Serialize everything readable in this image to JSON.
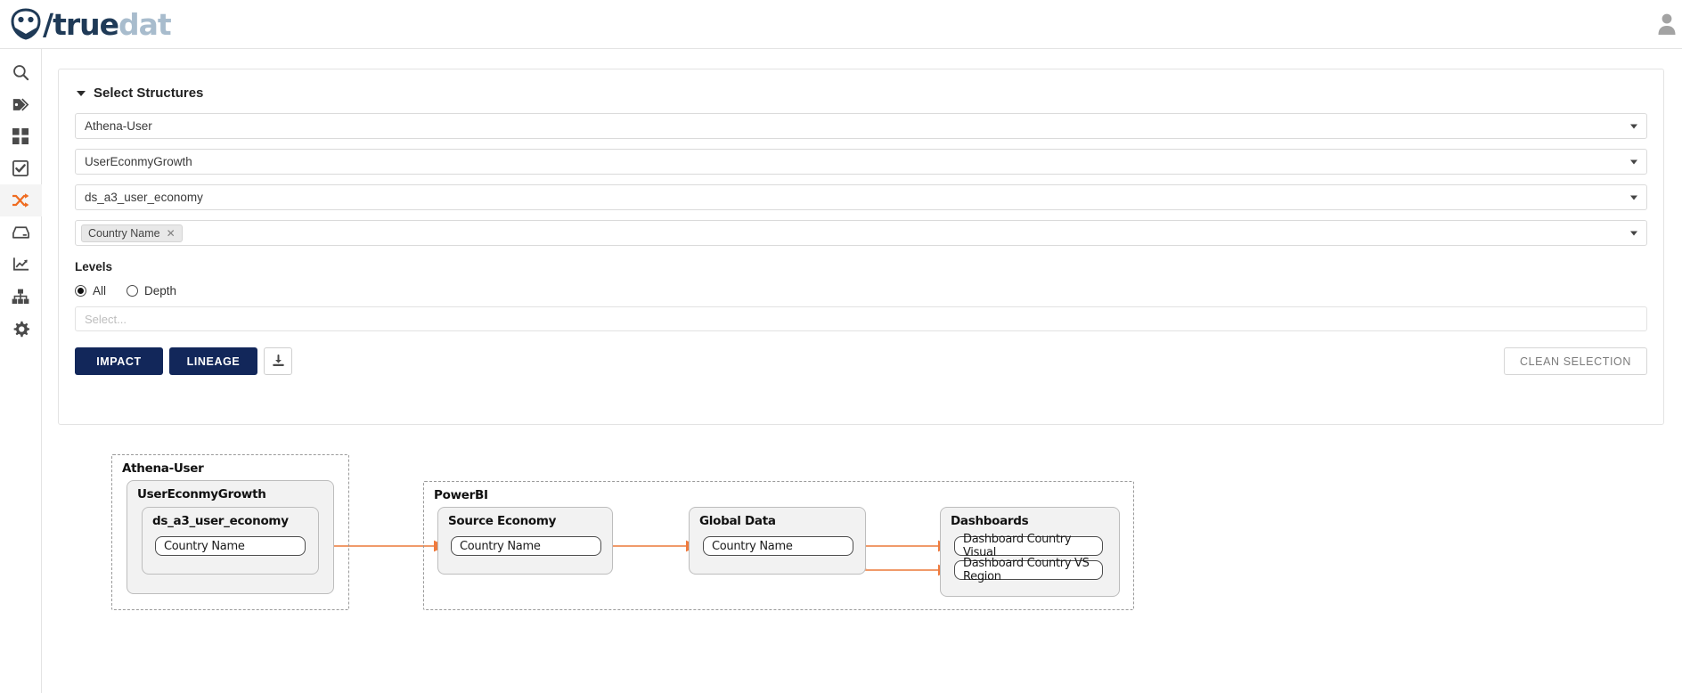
{
  "header": {
    "logo_slash": "/",
    "logo_true": "true",
    "logo_dat": "dat",
    "user_icon": "user-icon"
  },
  "sidebar": {
    "items": [
      {
        "icon": "search-icon",
        "name": "search"
      },
      {
        "icon": "tags-icon",
        "name": "tags"
      },
      {
        "icon": "grid-icon",
        "name": "domains"
      },
      {
        "icon": "checkbox-icon",
        "name": "quality"
      },
      {
        "icon": "shuffle-icon",
        "name": "lineage",
        "active": true
      },
      {
        "icon": "database-icon",
        "name": "data-catalog"
      },
      {
        "icon": "chart-icon",
        "name": "metrics"
      },
      {
        "icon": "hierarchy-icon",
        "name": "structures"
      },
      {
        "icon": "gear-icon",
        "name": "settings"
      }
    ]
  },
  "panel": {
    "title": "Select Structures",
    "selects": [
      {
        "name": "system",
        "value": "Athena-User"
      },
      {
        "name": "group",
        "value": "UserEconmyGrowth"
      },
      {
        "name": "structure",
        "value": "ds_a3_user_economy"
      }
    ],
    "fields_select": {
      "name": "fields",
      "tag": "Country Name",
      "tag_remove": "✕"
    },
    "levels_label": "Levels",
    "radios": [
      {
        "label": "All",
        "selected": true
      },
      {
        "label": "Depth",
        "selected": false
      }
    ],
    "depth_placeholder": "Select...",
    "buttons": {
      "impact": "IMPACT",
      "lineage": "LINEAGE",
      "download_icon": "download-icon",
      "clean_selection": "CLEAN SELECTION"
    }
  },
  "diagram": {
    "containers": [
      {
        "name": "athena-user",
        "label": "Athena-User"
      },
      {
        "name": "powerbi",
        "label": "PowerBI"
      }
    ],
    "groups": [
      {
        "name": "user-economy-growth",
        "label": "UserEconmyGrowth"
      },
      {
        "name": "ds-a3-user-economy",
        "label": "ds_a3_user_economy"
      },
      {
        "name": "source-economy",
        "label": "Source Economy"
      },
      {
        "name": "global-data",
        "label": "Global Data"
      },
      {
        "name": "dashboards",
        "label": "Dashboards"
      }
    ],
    "nodes": [
      {
        "name": "node-country-name-source",
        "label": "Country Name"
      },
      {
        "name": "node-country-name-powerbi",
        "label": "Country Name"
      },
      {
        "name": "node-country-name-global",
        "label": "Country Name"
      },
      {
        "name": "node-dashboard-visual",
        "label": "Dashboard Country Visual"
      },
      {
        "name": "node-dashboard-vs-region",
        "label": "Dashboard Country VS Region"
      }
    ]
  },
  "colors": {
    "accent_orange": "#f07a32",
    "edge_orange": "#f09a6a",
    "primary_navy": "#12275a",
    "logo_dark": "#1f3a57",
    "logo_light": "#a8bccd"
  }
}
